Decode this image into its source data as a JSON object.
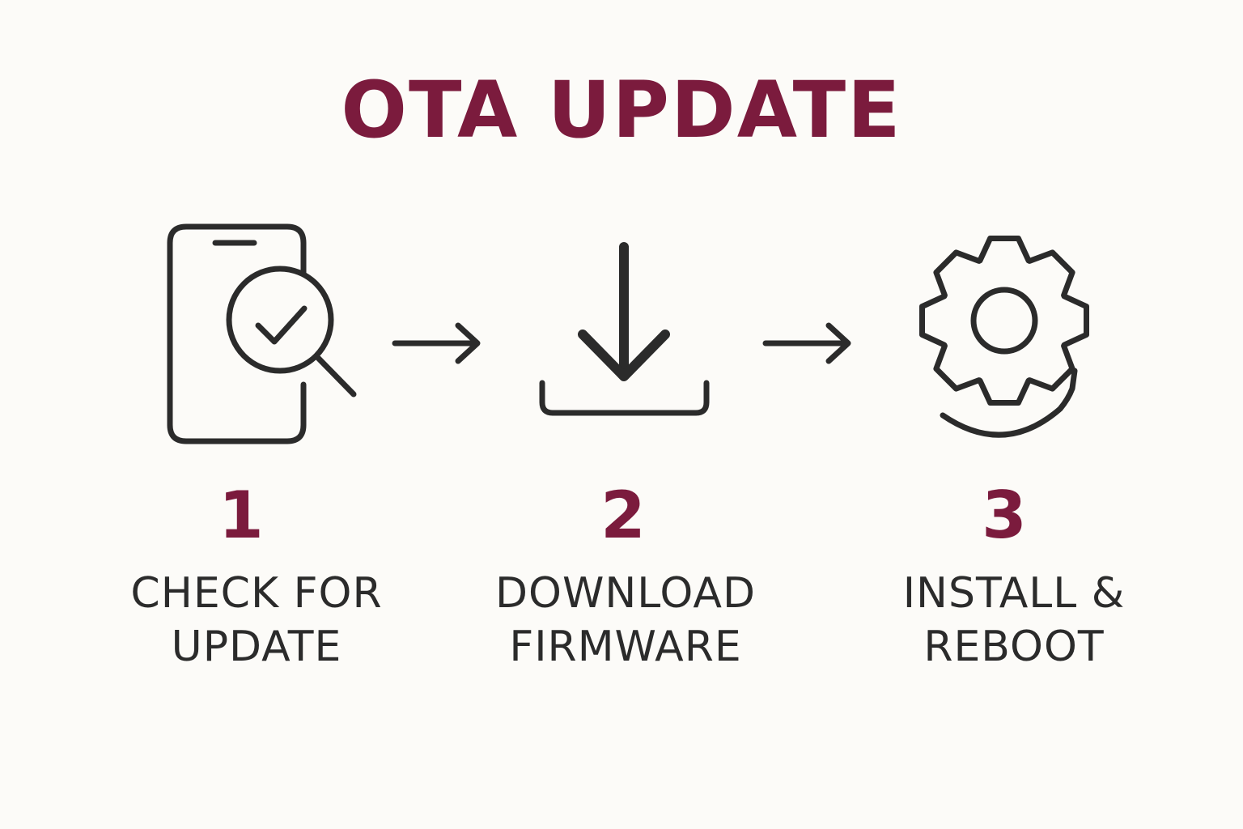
{
  "title": "OTA UPDATE",
  "colors": {
    "accent": "#7b1b3d",
    "ink": "#2b2b2b",
    "background": "#fcfbf8"
  },
  "steps": [
    {
      "number": "1",
      "label_line1": "CHECK FOR",
      "label_line2": "UPDATE",
      "icon": "phone-magnifier-check-icon"
    },
    {
      "number": "2",
      "label_line1": "DOWNLOAD",
      "label_line2": "FIRMWARE",
      "icon": "download-tray-icon"
    },
    {
      "number": "3",
      "label_line1": "INSTALL &",
      "label_line2": "REBOOT",
      "icon": "gear-refresh-icon"
    }
  ]
}
